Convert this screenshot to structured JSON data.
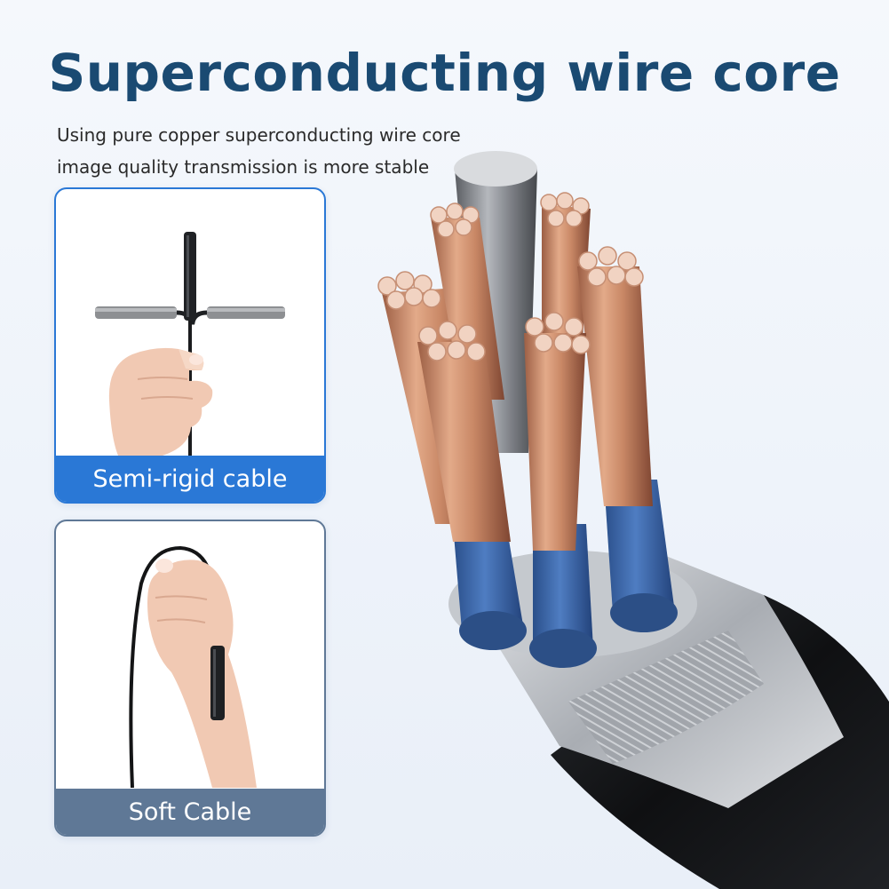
{
  "header": {
    "title": "Superconducting wire core",
    "subtitle_line1": "Using pure copper superconducting wire core",
    "subtitle_line2": "image quality transmission is more stable"
  },
  "cards": [
    {
      "label": "Semi-rigid cable",
      "accent": "#2a78d6"
    },
    {
      "label": "Soft Cable",
      "accent": "#5f7896"
    }
  ],
  "colors": {
    "title": "#1a4a72",
    "copper": "#c98f6e",
    "insulation_blue": "#3c66a8",
    "shield_silver": "#c8ccd2",
    "jacket_black": "#151719"
  }
}
